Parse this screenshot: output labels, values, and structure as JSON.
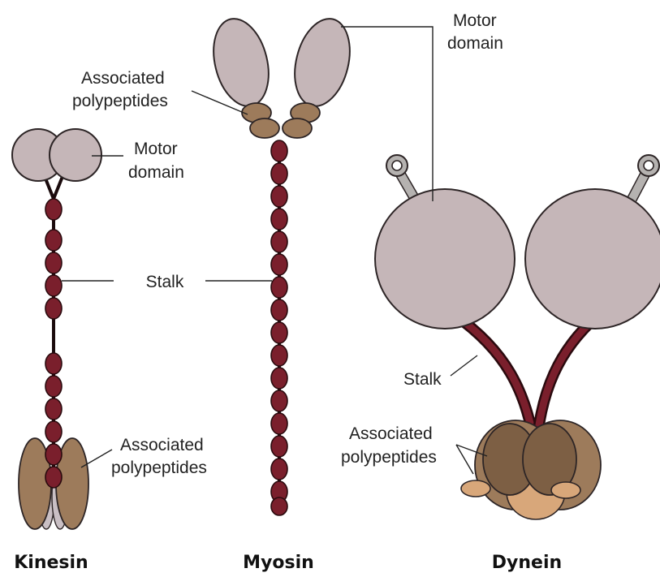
{
  "kinesin": {
    "title": "Kinesin",
    "motor_label_line1": "Motor",
    "motor_label_line2": "domain",
    "stalk_label": "Stalk",
    "assoc_label_line1": "Associated",
    "assoc_label_line2": "polypeptides"
  },
  "myosin": {
    "title": "Myosin",
    "assoc_label_line1": "Associated",
    "assoc_label_line2": "polypeptides"
  },
  "dynein": {
    "title": "Dynein",
    "motor_label_line1": "Motor",
    "motor_label_line2": "domain",
    "stalk_label": "Stalk",
    "assoc_label_line1": "Associated",
    "assoc_label_line2": "polypeptides"
  },
  "colors": {
    "motor_domain": "#c5b6b8",
    "stalk_bead": "#7a1f2c",
    "associated_polypeptide": "#9d7b5b",
    "associated_polypeptide_light": "#d8a77a"
  }
}
